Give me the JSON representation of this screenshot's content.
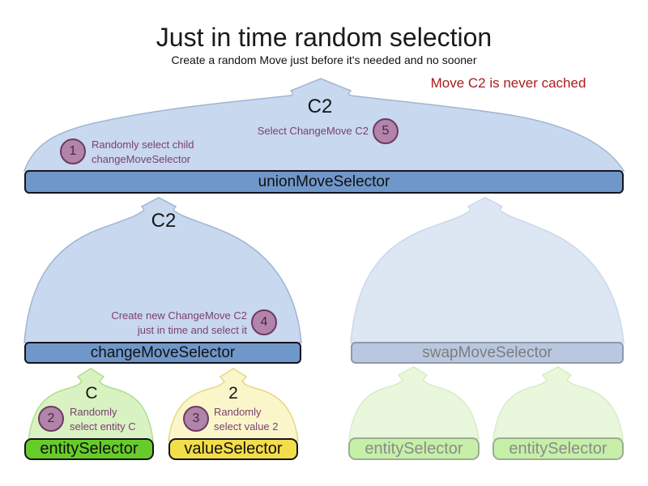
{
  "header": {
    "title": "Just in time random selection",
    "subtitle": "Create a random Move just before it's needed and no sooner",
    "note": "Move C2 is never cached"
  },
  "selectors": {
    "union": {
      "label": "unionMoveSelector",
      "output": "C2"
    },
    "change": {
      "label": "changeMoveSelector",
      "output": "C2"
    },
    "swap": {
      "label": "swapMoveSelector"
    },
    "entity": {
      "label": "entitySelector",
      "output": "C"
    },
    "value": {
      "label": "valueSelector",
      "output": "2"
    },
    "faded_entity_1": {
      "label": "entitySelector"
    },
    "faded_entity_2": {
      "label": "entitySelector"
    }
  },
  "steps": [
    {
      "num": "1",
      "text": "Randomly select child\nchangeMoveSelector"
    },
    {
      "num": "2",
      "text": "Randomly\nselect entity C"
    },
    {
      "num": "3",
      "text": "Randomly\nselect value 2"
    },
    {
      "num": "4",
      "text": "Create new ChangeMove C2\njust in time and select it"
    },
    {
      "num": "5",
      "text": "Select ChangeMove C2"
    }
  ],
  "colors": {
    "selector_blue": "#7097ca",
    "selector_blue_faded": "#b9c8e0",
    "funnel_blue": "#c8d8ee",
    "funnel_blue_faded": "#dde6f3",
    "entity_green": "#67cc29",
    "value_yellow": "#f3dd49",
    "faded_green_bar": "#c6efa8",
    "funnel_green": "#d9f2c2",
    "funnel_yellow": "#fbf6ca",
    "funnel_green_faded": "#e9f7dc",
    "step_circle_fill": "#b184aa",
    "step_circle_border": "#6d3a64",
    "annotation_purple": "#7b3f70",
    "note_red": "#aa1c1c"
  }
}
